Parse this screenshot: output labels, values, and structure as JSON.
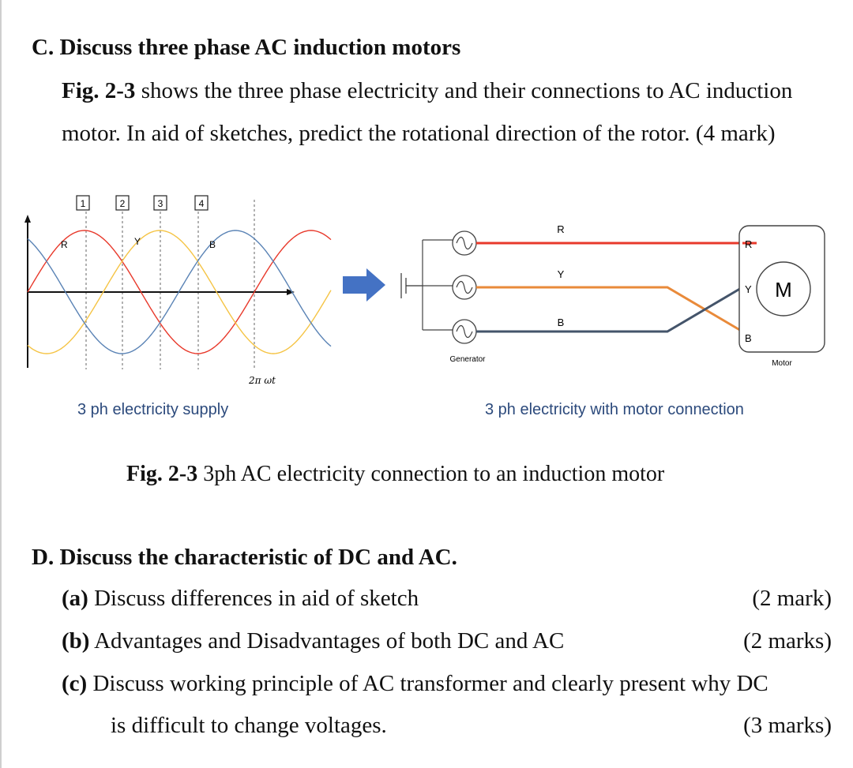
{
  "section_c": {
    "heading": "C. Discuss three phase AC induction motors",
    "fig_ref": "Fig. 2-3",
    "line1_rest": " shows the three phase electricity and their connections to AC induction",
    "line2": "motor. In aid of sketches, predict the rotational direction of the rotor. (4 mark)"
  },
  "figure": {
    "left_caption": "3 ph electricity supply",
    "right_caption": "3 ph electricity with motor connection",
    "markers": [
      "1",
      "2",
      "3",
      "4"
    ],
    "wave_labels": {
      "r": "R",
      "y": "Y",
      "b": "B"
    },
    "axis_label": "2π ωt",
    "line_labels": {
      "r": "R",
      "y": "Y",
      "b": "B"
    },
    "generator_label": "Generator",
    "motor_label": "Motor",
    "motor_symbol": "M",
    "terminal_labels": {
      "r": "R",
      "y": "Y",
      "b": "B"
    },
    "caption_ref": "Fig. 2-3",
    "caption_rest": " 3ph AC electricity connection to an induction motor",
    "colors": {
      "red": "#e8392b",
      "yellow": "#f5c445",
      "blue": "#5a83b5",
      "orange": "#e98a3a",
      "dark": "#44546a",
      "arrow": "#4472c4"
    }
  },
  "section_d": {
    "heading": "D. Discuss the characteristic of DC and AC.",
    "items": [
      {
        "label": "(a)",
        "text": "Discuss differences in aid of sketch",
        "marks": "(2 mark)"
      },
      {
        "label": "(b)",
        "text": "Advantages and Disadvantages of both DC and AC",
        "marks": "(2 marks)"
      },
      {
        "label": "(c)",
        "text": "Discuss working principle of AC transformer and clearly present why DC"
      }
    ],
    "c_continuation": "is difficult to change voltages.",
    "c_marks": "(3 marks)"
  }
}
